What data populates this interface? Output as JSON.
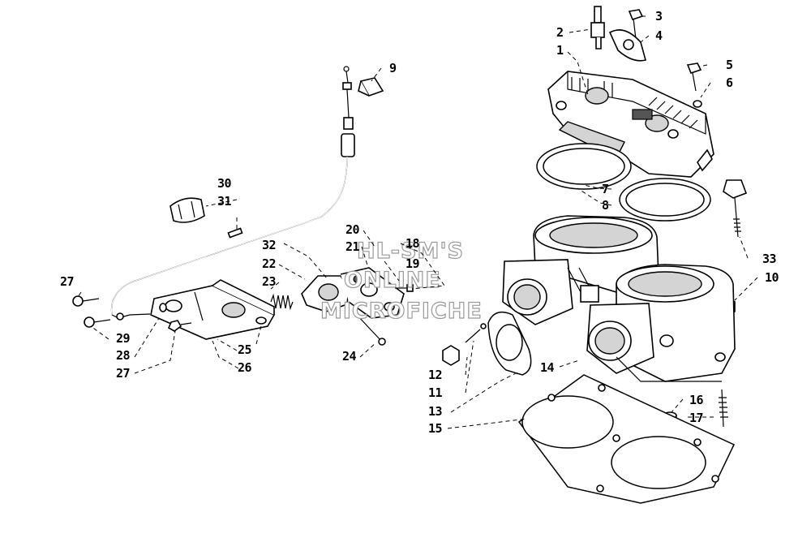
{
  "diagram": {
    "watermark": [
      "HL-SM'S",
      "ONLINE",
      "MICROFICHE"
    ],
    "callouts": [
      "1",
      "2",
      "3",
      "4",
      "5",
      "6",
      "7",
      "8",
      "9",
      "10",
      "11",
      "12",
      "13",
      "14",
      "15",
      "16",
      "17",
      "18",
      "19",
      "20",
      "21",
      "22",
      "23",
      "24",
      "25",
      "26",
      "27",
      "27",
      "28",
      "29",
      "30",
      "31",
      "32",
      "33"
    ]
  },
  "parts": {
    "icons": [
      "cylinder-head",
      "spark-plug",
      "head-bolt",
      "head-gasket",
      "cylinder-block",
      "base-gasket",
      "exhaust-gasket",
      "exhaust-valve-cable",
      "valve-housing",
      "valve-cover",
      "compression-spring",
      "stud",
      "nut"
    ]
  }
}
